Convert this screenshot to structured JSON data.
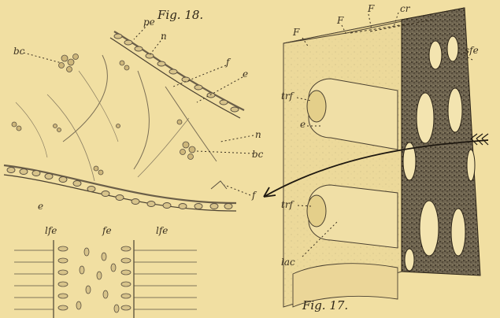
{
  "figures": {
    "fig18": {
      "caption": "Fig. 18.",
      "labels": {
        "pe": "pe",
        "n_top": "n",
        "bc_left": "bc",
        "f_top": "f",
        "e_right": "e",
        "n_mid": "n",
        "bc_mid": "bc",
        "f_low": "f",
        "e_low": "e"
      }
    },
    "fig17": {
      "caption": "Fig. 17.",
      "labels": {
        "F_left": "F",
        "F_mid": "F",
        "F_top": "F",
        "cr": "cr",
        "sfe": "sfe",
        "trf_top": "trf",
        "e": "e",
        "trf_low": "trf",
        "lac": "lac"
      }
    },
    "lower_fig": {
      "labels": {
        "lfe_left": "lfe",
        "fe": "fe",
        "lfe_right": "lfe"
      }
    }
  },
  "colors": {
    "paper": "#f1dfa2",
    "ink": "#3a3020",
    "stipple": "#5a5040"
  }
}
